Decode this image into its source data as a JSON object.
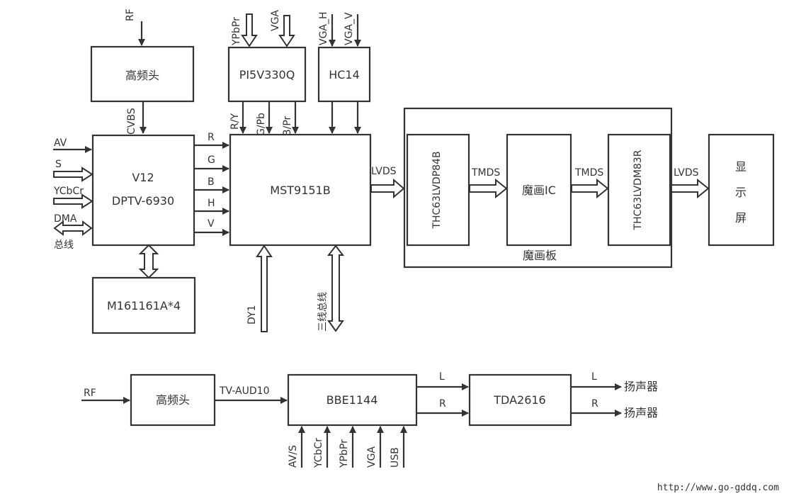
{
  "blocks": {
    "tuner_top": "高频头",
    "pi5v330q": "PI5V330Q",
    "hc14": "HC14",
    "v12": "V12",
    "dptv": "DPTV-6930",
    "mst": "MST9151B",
    "m16": "M161161A*4",
    "thc_tx": "THC63LVDP84B",
    "mohua_ic": "魔画IC",
    "thc_rx": "THC63LVDM83R",
    "display": [
      "显",
      "示",
      "屏"
    ],
    "mohua_board": "魔画板",
    "tuner_bottom": "高频头",
    "bbe": "BBE1144",
    "tda": "TDA2616"
  },
  "signals": {
    "rf_top": "RF",
    "ypbpr_in": "YPbPr",
    "vga_in": "VGA",
    "vga_h": "VGA_H",
    "vga_v": "VGA_V",
    "cvbs": "CVBS",
    "av": "AV",
    "s": "S",
    "ycbcr": "YCbCr",
    "dma": "DMA",
    "bus": "总线",
    "r": "R",
    "g": "G",
    "b": "B",
    "h": "H",
    "v": "V",
    "ry": "R/Y",
    "gpb": "G/Pb",
    "bpr": "B/Pr",
    "lvds1": "LVDS",
    "tmds1": "TMDS",
    "tmds2": "TMDS",
    "lvds2": "LVDS",
    "dy1": "DY1",
    "three_wire": "三线总线",
    "rf_bottom": "RF",
    "tv_aud": "TV-AUD10",
    "l_in": "L",
    "r_in": "R",
    "l_out": "L",
    "r_out": "R",
    "speaker1": "扬声器",
    "speaker2": "扬声器",
    "av_s": "AV/S",
    "ycbcr2": "YCbCr",
    "ypbpr2": "YPbPr",
    "vga2": "VGA",
    "usb": "USB"
  },
  "footer_url": "http://www.go-gddq.com"
}
